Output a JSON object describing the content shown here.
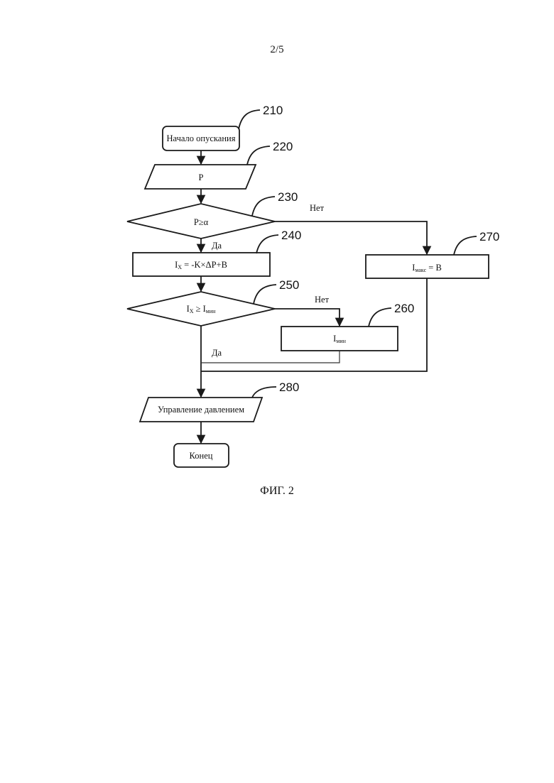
{
  "page_number": "2/5",
  "figure_caption": "ФИГ. 2",
  "diagram": {
    "nodes": [
      {
        "id": "210",
        "shape": "terminator",
        "label": "Начало опускания"
      },
      {
        "id": "220",
        "shape": "parallelogram",
        "label": "P"
      },
      {
        "id": "230",
        "shape": "decision",
        "label": "P≥α"
      },
      {
        "id": "240",
        "shape": "process",
        "label_main": "I",
        "label_sub": "X",
        "label_rest": " = -K×ΔP+B"
      },
      {
        "id": "250",
        "shape": "decision",
        "label_main": "I",
        "label_sub": "X",
        "label_mid": " ≥ I",
        "label_sub2": "мин"
      },
      {
        "id": "260",
        "shape": "process",
        "label_main": "I",
        "label_sub": "мин"
      },
      {
        "id": "270",
        "shape": "process",
        "label_main": "I",
        "label_sub": "макс",
        "label_rest": " = B"
      },
      {
        "id": "280",
        "shape": "parallelogram",
        "label": "Управление давлением"
      },
      {
        "id": "end",
        "shape": "terminator",
        "label": "Конец"
      }
    ],
    "edges": [
      {
        "from": "230",
        "to": "270",
        "label": "Нет"
      },
      {
        "from": "230",
        "to": "240",
        "label": "Да"
      },
      {
        "from": "250",
        "to": "260",
        "label": "Нет"
      },
      {
        "from": "250",
        "to": "280",
        "label": "Да"
      }
    ],
    "ref_labels": [
      "210",
      "220",
      "230",
      "240",
      "250",
      "260",
      "270",
      "280"
    ]
  }
}
